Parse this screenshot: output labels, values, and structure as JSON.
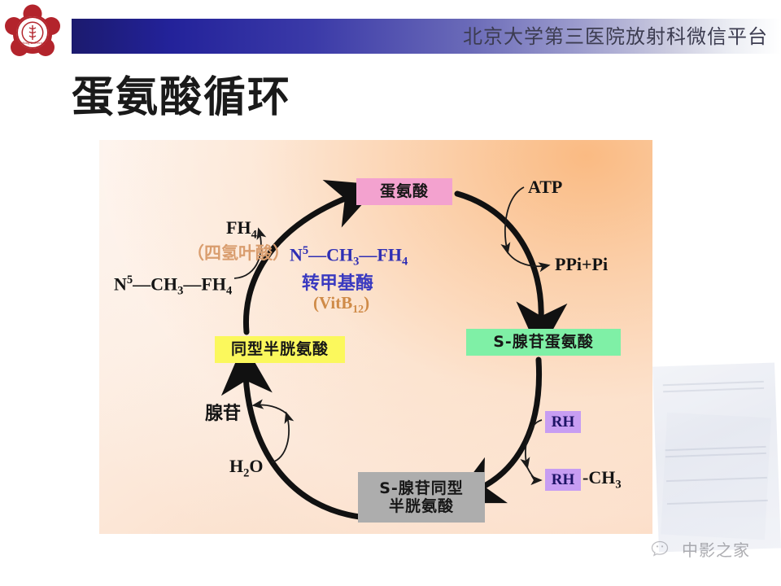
{
  "header": {
    "platform_title": "北京大学第三医院放射科微信平台",
    "logo_name": "peking-university-third-hospital-seal",
    "band_gradient_from": "#1b1a6e",
    "band_gradient_to": "#ffffff",
    "title_color": "#3c3c50"
  },
  "slide": {
    "title": "蛋氨酸循环",
    "title_color": "#1a1a1a"
  },
  "diagram": {
    "background_from": "#fdf4ee",
    "background_to": "#fbd9c0",
    "nodes": [
      {
        "id": "methionine",
        "label": "蛋氨酸",
        "color": "#f3a2cf"
      },
      {
        "id": "sam",
        "label": "S-腺苷蛋氨酸",
        "color": "#7ff0a6"
      },
      {
        "id": "homocysteine",
        "label": "同型半胱氨酸",
        "color": "#fbf85c"
      },
      {
        "id": "sah",
        "label": "S-腺苷同型\n半胱氨酸",
        "color": "#adadad"
      },
      {
        "id": "rh",
        "label": "RH",
        "color": "#c79df2"
      },
      {
        "id": "rh_ch3",
        "label": "RH",
        "color": "#c79df2"
      }
    ],
    "labels": {
      "fh4": "FH",
      "fh4_sub": "4",
      "thf_chinese": "（四氢叶酸）",
      "n5_ch3_fh4_pre": "N",
      "n5_ch3_fh4_sup": "5",
      "n5_ch3_fh4_mid": "—CH",
      "n5_ch3_fh4_sub": "3",
      "n5_ch3_fh4_post": "—FH",
      "n5_ch3_fh4_sub2": "4",
      "enzyme_line1_pre": "N",
      "enzyme_line1_sup": "5",
      "enzyme_line1_mid": "—CH",
      "enzyme_line1_sub": "3",
      "enzyme_line1_post": "—FH",
      "enzyme_line1_sub2": "4",
      "enzyme_line2": "转甲基酶",
      "enzyme_line3_pre": "(VitB",
      "enzyme_line3_sub": "12",
      "enzyme_line3_post": ")",
      "atp": "ATP",
      "ppi_pi": "PPi+Pi",
      "adenosine": "腺苷",
      "h2o_pre": "H",
      "h2o_sub": "2",
      "h2o_post": "O",
      "ch3_pre": "-CH",
      "ch3_sub": "3"
    },
    "colors": {
      "enzyme_blue": "#2f2fb4",
      "vitb12_orange": "#cf8b48",
      "thf_orange": "#d99d6e",
      "arrow_black": "#111111",
      "rh_text": "#1e1466"
    }
  },
  "watermark": {
    "text": "中影之家",
    "icon_name": "wechat-icon"
  }
}
